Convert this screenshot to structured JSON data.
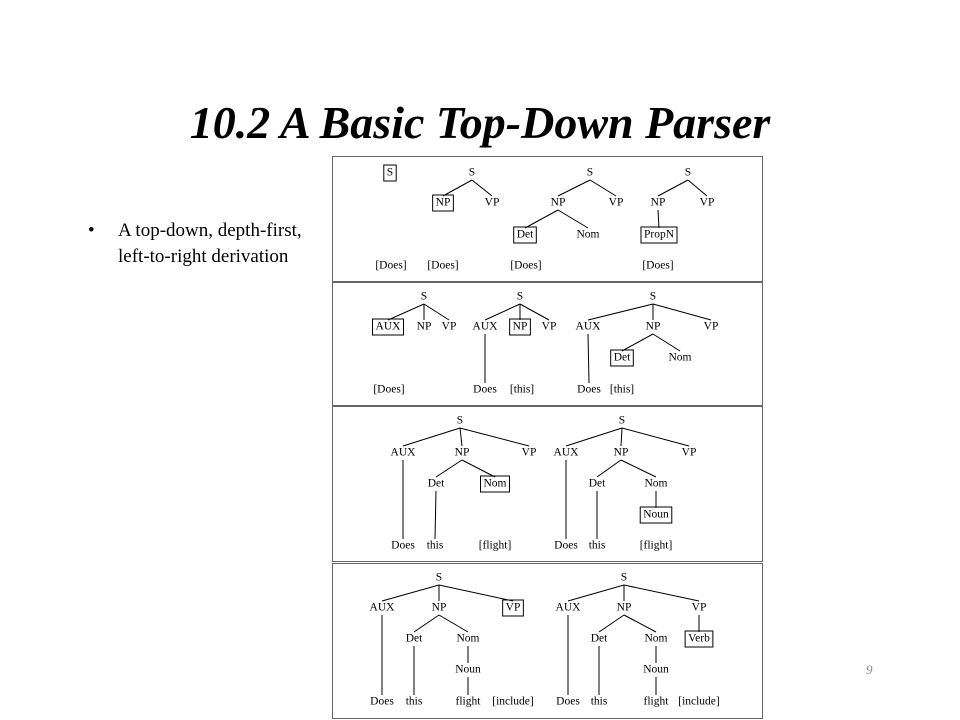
{
  "slide": {
    "title": "10.2 A Basic Top-Down Parser",
    "bullets": [
      "A top-down, depth-first, left-to-right derivation"
    ],
    "page_number": "9"
  },
  "panels": [
    {
      "nodes": [
        {
          "id": "p1t1S",
          "label": "S",
          "boxed": true
        },
        {
          "id": "p1t2S",
          "label": "S"
        },
        {
          "id": "p1t2NP",
          "label": "NP",
          "boxed": true
        },
        {
          "id": "p1t2VP",
          "label": "VP"
        },
        {
          "id": "p1t3S",
          "label": "S"
        },
        {
          "id": "p1t3NP",
          "label": "NP"
        },
        {
          "id": "p1t3VP",
          "label": "VP"
        },
        {
          "id": "p1t3Det",
          "label": "Det",
          "boxed": true
        },
        {
          "id": "p1t3Nom",
          "label": "Nom"
        },
        {
          "id": "p1t4S",
          "label": "S"
        },
        {
          "id": "p1t4NP",
          "label": "NP"
        },
        {
          "id": "p1t4VP",
          "label": "VP"
        },
        {
          "id": "p1t4PropN",
          "label": "PropN",
          "boxed": true
        },
        {
          "id": "p1w1",
          "label": "[Does]"
        },
        {
          "id": "p1w2",
          "label": "[Does]"
        },
        {
          "id": "p1w3",
          "label": "[Does]"
        },
        {
          "id": "p1w4",
          "label": "[Does]"
        }
      ]
    },
    {
      "nodes": [
        {
          "id": "p2t1S",
          "label": "S"
        },
        {
          "id": "p2t1AUX",
          "label": "AUX",
          "boxed": true
        },
        {
          "id": "p2t1NP",
          "label": "NP"
        },
        {
          "id": "p2t1VP",
          "label": "VP"
        },
        {
          "id": "p2t2S",
          "label": "S"
        },
        {
          "id": "p2t2AUX",
          "label": "AUX"
        },
        {
          "id": "p2t2NP",
          "label": "NP",
          "boxed": true
        },
        {
          "id": "p2t2VP",
          "label": "VP"
        },
        {
          "id": "p2t3S",
          "label": "S"
        },
        {
          "id": "p2t3AUX",
          "label": "AUX"
        },
        {
          "id": "p2t3NP",
          "label": "NP"
        },
        {
          "id": "p2t3VP",
          "label": "VP"
        },
        {
          "id": "p2t3Det",
          "label": "Det",
          "boxed": true
        },
        {
          "id": "p2t3Nom",
          "label": "Nom"
        },
        {
          "id": "p2w1",
          "label": "[Does]"
        },
        {
          "id": "p2w2a",
          "label": "Does"
        },
        {
          "id": "p2w2b",
          "label": "[this]"
        },
        {
          "id": "p2w3a",
          "label": "Does"
        },
        {
          "id": "p2w3b",
          "label": "[this]"
        }
      ]
    },
    {
      "nodes": [
        {
          "id": "p3t1S",
          "label": "S"
        },
        {
          "id": "p3t1AUX",
          "label": "AUX"
        },
        {
          "id": "p3t1NP",
          "label": "NP"
        },
        {
          "id": "p3t1VP",
          "label": "VP"
        },
        {
          "id": "p3t1Det",
          "label": "Det"
        },
        {
          "id": "p3t1Nom",
          "label": "Nom",
          "boxed": true
        },
        {
          "id": "p3t2S",
          "label": "S"
        },
        {
          "id": "p3t2AUX",
          "label": "AUX"
        },
        {
          "id": "p3t2NP",
          "label": "NP"
        },
        {
          "id": "p3t2VP",
          "label": "VP"
        },
        {
          "id": "p3t2Det",
          "label": "Det"
        },
        {
          "id": "p3t2Nom",
          "label": "Nom"
        },
        {
          "id": "p3t2Noun",
          "label": "Noun",
          "boxed": true
        },
        {
          "id": "p3w1a",
          "label": "Does"
        },
        {
          "id": "p3w1b",
          "label": "this"
        },
        {
          "id": "p3w1c",
          "label": "[flight]"
        },
        {
          "id": "p3w2a",
          "label": "Does"
        },
        {
          "id": "p3w2b",
          "label": "this"
        },
        {
          "id": "p3w2c",
          "label": "[flight]"
        }
      ]
    },
    {
      "nodes": [
        {
          "id": "p4t1S",
          "label": "S"
        },
        {
          "id": "p4t1AUX",
          "label": "AUX"
        },
        {
          "id": "p4t1NP",
          "label": "NP"
        },
        {
          "id": "p4t1VP",
          "label": "VP",
          "boxed": true
        },
        {
          "id": "p4t1Det",
          "label": "Det"
        },
        {
          "id": "p4t1Nom",
          "label": "Nom"
        },
        {
          "id": "p4t1Noun",
          "label": "Noun"
        },
        {
          "id": "p4t2S",
          "label": "S"
        },
        {
          "id": "p4t2AUX",
          "label": "AUX"
        },
        {
          "id": "p4t2NP",
          "label": "NP"
        },
        {
          "id": "p4t2VP",
          "label": "VP"
        },
        {
          "id": "p4t2Det",
          "label": "Det"
        },
        {
          "id": "p4t2Nom",
          "label": "Nom"
        },
        {
          "id": "p4t2Noun",
          "label": "Noun"
        },
        {
          "id": "p4t2Verb",
          "label": "Verb",
          "boxed": true
        },
        {
          "id": "p4w1a",
          "label": "Does"
        },
        {
          "id": "p4w1b",
          "label": "this"
        },
        {
          "id": "p4w1c",
          "label": "flight"
        },
        {
          "id": "p4w1d",
          "label": "[include]"
        },
        {
          "id": "p4w2a",
          "label": "Does"
        },
        {
          "id": "p4w2b",
          "label": "this"
        },
        {
          "id": "p4w2c",
          "label": "flight"
        },
        {
          "id": "p4w2d",
          "label": "[include]"
        }
      ]
    }
  ],
  "edges": [
    [
      "p1t2S",
      "p1t2NP"
    ],
    [
      "p1t2S",
      "p1t2VP"
    ],
    [
      "p1t3S",
      "p1t3NP"
    ],
    [
      "p1t3S",
      "p1t3VP"
    ],
    [
      "p1t3NP",
      "p1t3Det"
    ],
    [
      "p1t3NP",
      "p1t3Nom"
    ],
    [
      "p1t4S",
      "p1t4NP"
    ],
    [
      "p1t4S",
      "p1t4VP"
    ],
    [
      "p1t4NP",
      "p1t4PropN"
    ],
    [
      "p2t1S",
      "p2t1AUX"
    ],
    [
      "p2t1S",
      "p2t1NP"
    ],
    [
      "p2t1S",
      "p2t1VP"
    ],
    [
      "p2t2S",
      "p2t2AUX"
    ],
    [
      "p2t2S",
      "p2t2NP"
    ],
    [
      "p2t2S",
      "p2t2VP"
    ],
    [
      "p2t2AUX",
      "p2w2a"
    ],
    [
      "p2t3S",
      "p2t3AUX"
    ],
    [
      "p2t3S",
      "p2t3NP"
    ],
    [
      "p2t3S",
      "p2t3VP"
    ],
    [
      "p2t3NP",
      "p2t3Det"
    ],
    [
      "p2t3NP",
      "p2t3Nom"
    ],
    [
      "p2t3AUX",
      "p2w3a"
    ],
    [
      "p3t1S",
      "p3t1AUX"
    ],
    [
      "p3t1S",
      "p3t1NP"
    ],
    [
      "p3t1S",
      "p3t1VP"
    ],
    [
      "p3t1NP",
      "p3t1Det"
    ],
    [
      "p3t1NP",
      "p3t1Nom"
    ],
    [
      "p3t1AUX",
      "p3w1a"
    ],
    [
      "p3t1Det",
      "p3w1b"
    ],
    [
      "p3t2S",
      "p3t2AUX"
    ],
    [
      "p3t2S",
      "p3t2NP"
    ],
    [
      "p3t2S",
      "p3t2VP"
    ],
    [
      "p3t2NP",
      "p3t2Det"
    ],
    [
      "p3t2NP",
      "p3t2Nom"
    ],
    [
      "p3t2Nom",
      "p3t2Noun"
    ],
    [
      "p3t2AUX",
      "p3w2a"
    ],
    [
      "p3t2Det",
      "p3w2b"
    ],
    [
      "p4t1S",
      "p4t1AUX"
    ],
    [
      "p4t1S",
      "p4t1NP"
    ],
    [
      "p4t1S",
      "p4t1VP"
    ],
    [
      "p4t1NP",
      "p4t1Det"
    ],
    [
      "p4t1NP",
      "p4t1Nom"
    ],
    [
      "p4t1Nom",
      "p4t1Noun"
    ],
    [
      "p4t1AUX",
      "p4w1a"
    ],
    [
      "p4t1Det",
      "p4w1b"
    ],
    [
      "p4t1Noun",
      "p4w1c"
    ],
    [
      "p4t2S",
      "p4t2AUX"
    ],
    [
      "p4t2S",
      "p4t2NP"
    ],
    [
      "p4t2S",
      "p4t2VP"
    ],
    [
      "p4t2NP",
      "p4t2Det"
    ],
    [
      "p4t2NP",
      "p4t2Nom"
    ],
    [
      "p4t2Nom",
      "p4t2Noun"
    ],
    [
      "p4t2VP",
      "p4t2Verb"
    ],
    [
      "p4t2AUX",
      "p4w2a"
    ],
    [
      "p4t2Det",
      "p4w2b"
    ],
    [
      "p4t2Noun",
      "p4w2c"
    ]
  ]
}
